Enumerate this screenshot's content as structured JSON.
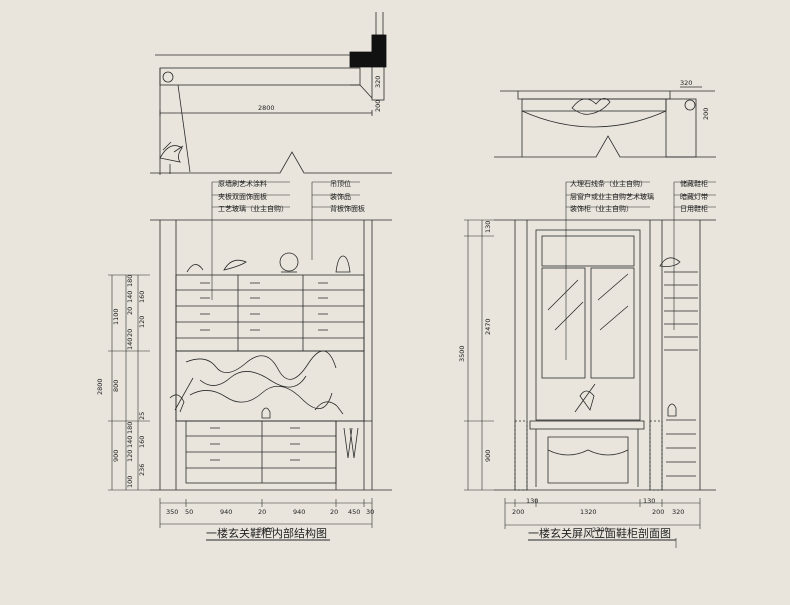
{
  "palette": {
    "paper": "#e9e5dd",
    "ink": "#2a2a2a",
    "fill": "#111111"
  },
  "left": {
    "top_dims": {
      "width": "2800",
      "h1": "320",
      "h2": "200"
    },
    "notes_left": [
      "原墙刷艺术涂料",
      "夹板双面饰面板",
      "工艺玻璃（业主自购）"
    ],
    "notes_right": [
      "吊顶位",
      "装饰品",
      "背板饰面板"
    ],
    "vdims_outer": [
      "1100",
      "800",
      "900"
    ],
    "vdims_inner": [
      "180",
      "140",
      "160",
      "20",
      "120",
      "20",
      "140",
      "25",
      "180",
      "140",
      "160",
      "120",
      "236",
      "100"
    ],
    "vdim_total": "2800",
    "hdims": [
      "350",
      "50",
      "940",
      "20",
      "940",
      "20",
      "450",
      "30"
    ],
    "hdim_total": "2800",
    "caption": "一楼玄关鞋柜内部结构图"
  },
  "right": {
    "notes_left": [
      "大理石线条（业主自购）",
      "层窗户或业主自购艺术玻璃",
      "装饰柜（业主自购）"
    ],
    "notes_right": [
      "储藏鞋柜",
      "暗藏灯带",
      "日用鞋柜"
    ],
    "top_dims": {
      "w": "320",
      "h": "200"
    },
    "vdims_outer": [
      "130",
      "2470",
      "900"
    ],
    "vdim_total": "3500",
    "hdims": [
      "200",
      "130",
      "1320",
      "130",
      "200",
      "320"
    ],
    "hdim_total": "2300",
    "caption": "一楼玄关屏风立面鞋柜剖面图"
  }
}
